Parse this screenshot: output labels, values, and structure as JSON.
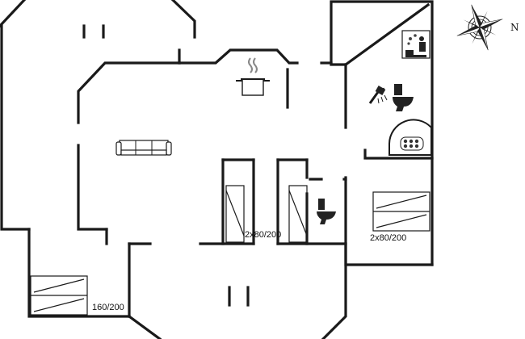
{
  "floor_plan": {
    "beds": [
      {
        "label": "2x80/200"
      },
      {
        "label": "2x80/200"
      },
      {
        "label": "160/200"
      }
    ],
    "compass": {
      "north": "N"
    },
    "icons": [
      "kitchen-pot-icon",
      "sofa-icon",
      "sauna-icon",
      "shower-icon",
      "toilet-icon",
      "toilet-icon",
      "jacuzzi-icon",
      "compass-rose-icon"
    ]
  }
}
